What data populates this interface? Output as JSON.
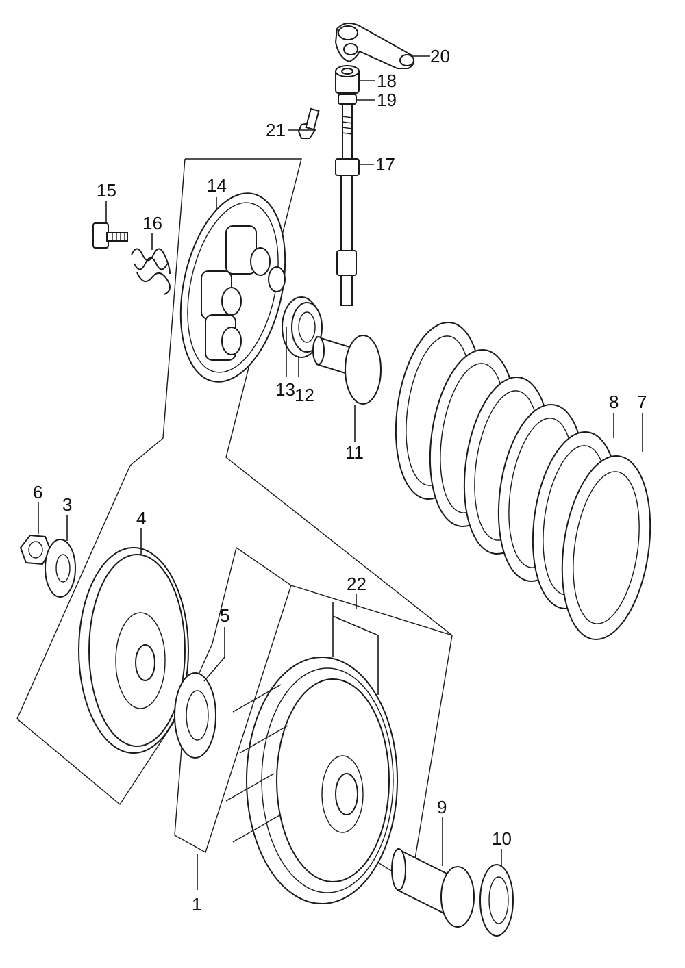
{
  "diagram": {
    "callouts": [
      {
        "id": "1",
        "text": "1"
      },
      {
        "id": "3",
        "text": "3"
      },
      {
        "id": "4",
        "text": "4"
      },
      {
        "id": "5",
        "text": "5"
      },
      {
        "id": "6",
        "text": "6"
      },
      {
        "id": "7",
        "text": "7"
      },
      {
        "id": "8",
        "text": "8"
      },
      {
        "id": "9",
        "text": "9"
      },
      {
        "id": "10",
        "text": "10"
      },
      {
        "id": "11",
        "text": "11"
      },
      {
        "id": "12",
        "text": "12"
      },
      {
        "id": "13",
        "text": "13"
      },
      {
        "id": "14",
        "text": "14"
      },
      {
        "id": "15",
        "text": "15"
      },
      {
        "id": "16",
        "text": "16"
      },
      {
        "id": "17",
        "text": "17"
      },
      {
        "id": "18",
        "text": "18"
      },
      {
        "id": "19",
        "text": "19"
      },
      {
        "id": "20",
        "text": "20"
      },
      {
        "id": "21",
        "text": "21"
      },
      {
        "id": "22",
        "text": "22"
      }
    ]
  }
}
